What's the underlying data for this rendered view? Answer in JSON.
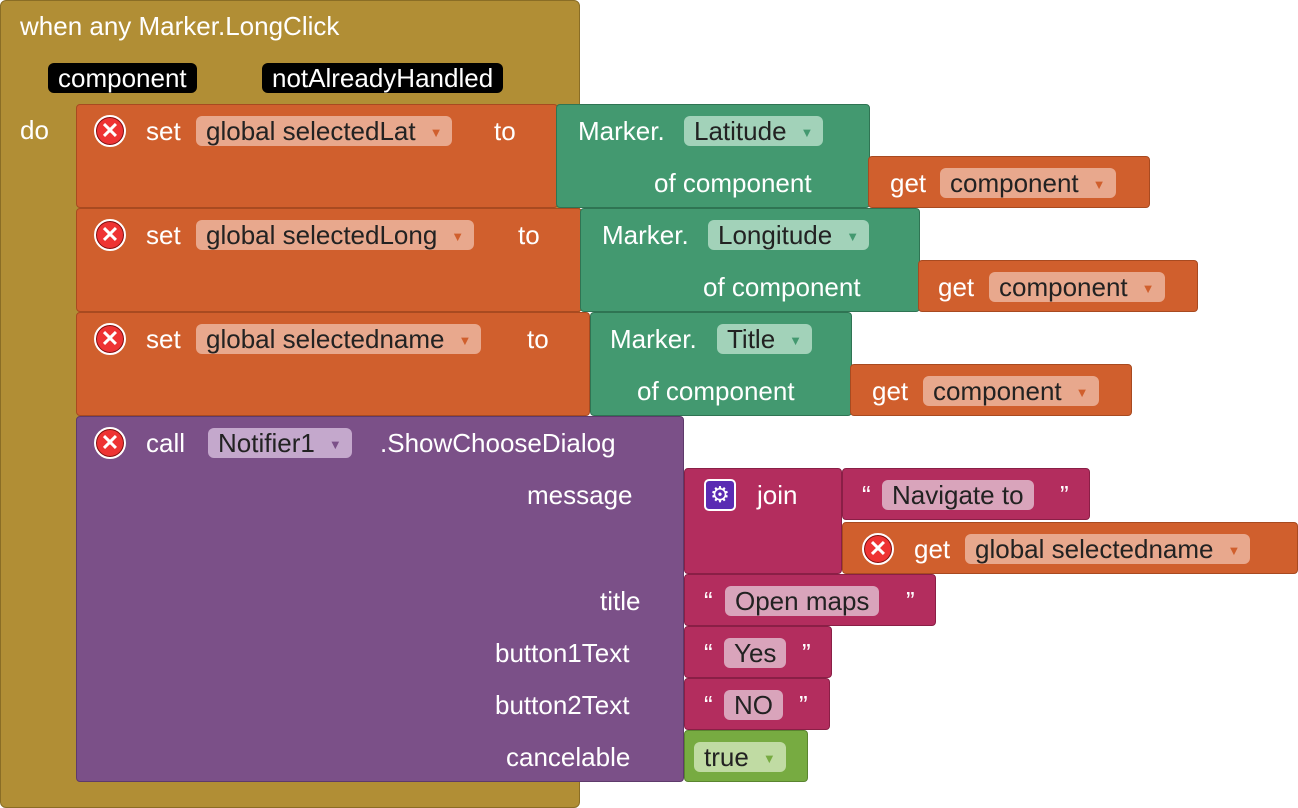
{
  "event": {
    "title": "when any Marker.LongClick",
    "params": [
      "component",
      "notAlreadyHandled"
    ],
    "do_label": "do"
  },
  "set_blocks": [
    {
      "set_label": "set",
      "variable": "global selectedLat",
      "to_label": "to",
      "marker_label": "Marker.",
      "property": "Latitude",
      "of_label": "of component",
      "get_label": "get",
      "get_value": "component"
    },
    {
      "set_label": "set",
      "variable": "global selectedLong",
      "to_label": "to",
      "marker_label": "Marker.",
      "property": "Longitude",
      "of_label": "of component",
      "get_label": "get",
      "get_value": "component"
    },
    {
      "set_label": "set",
      "variable": "global selectedname",
      "to_label": "to",
      "marker_label": "Marker.",
      "property": "Title",
      "of_label": "of component",
      "get_label": "get",
      "get_value": "component"
    }
  ],
  "call_block": {
    "call_label": "call",
    "component": "Notifier1",
    "method": ".ShowChooseDialog",
    "message_label": "message",
    "join_label": "join",
    "join_text": "Navigate to",
    "join_get_label": "get",
    "join_get_value": "global selectedname",
    "title_label": "title",
    "title_text": "Open maps",
    "button1_label": "button1Text",
    "button1_text": "Yes",
    "button2_label": "button2Text",
    "button2_text": "NO",
    "cancelable_label": "cancelable",
    "cancelable_value": "true"
  },
  "symbols": {
    "error": "✕",
    "dropdown": "▼",
    "quote_open": "“",
    "quote_close": "”",
    "gear": "⚙"
  },
  "colors": {
    "event": "#b18e35",
    "set": "#d05f2d",
    "component_get": "#439970",
    "text": "#b32d5e",
    "procedure": "#7b5088",
    "logic": "#77ab41",
    "error": "#e33333"
  }
}
